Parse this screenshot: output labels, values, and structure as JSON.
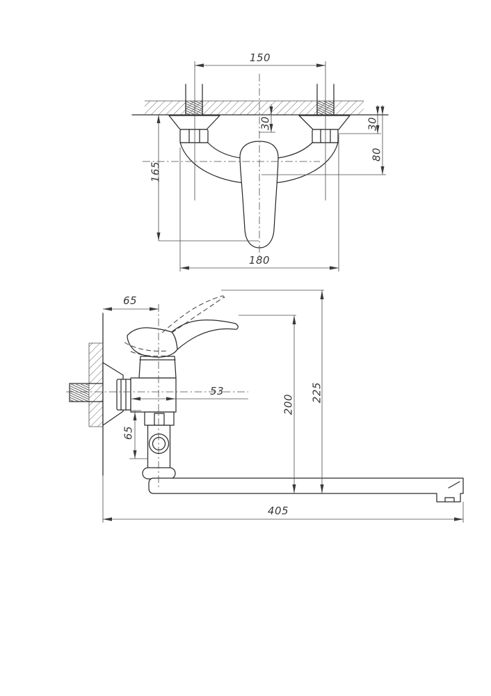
{
  "drawing": {
    "kind": "technical drawing - wall mounted bath mixer faucet, two orthographic views",
    "background_color": "#ffffff",
    "line_color": "#2b2b2b",
    "dim_line_color": "#4a4a4a",
    "text_color": "#3a3a3a"
  },
  "dimensions": {
    "front": {
      "pipe_spacing": "150",
      "eccentric_offset_center": "30",
      "eccentric_offset_right": "30",
      "wall_to_outlet": "80",
      "wall_to_handle_bottom": "165",
      "body_width": "180"
    },
    "side": {
      "wall_to_cartridge_axis": "65",
      "body_depth": "53",
      "body_to_diverter": "65",
      "spout_to_lever": "200",
      "spout_to_lever_raised": "225",
      "overall_length": "405"
    }
  }
}
